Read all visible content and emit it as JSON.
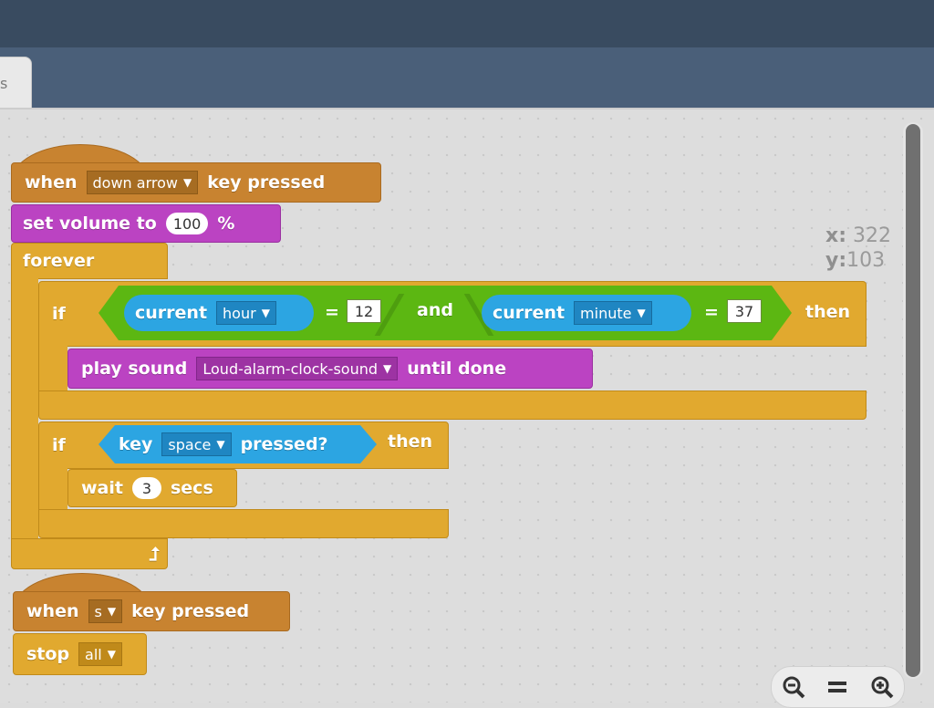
{
  "tab_stub_text": "s",
  "coords": {
    "x_label": "x:",
    "x": "322",
    "y_label": "y:",
    "y": "103"
  },
  "script1": {
    "when_label": "when",
    "key_dropdown": "down arrow",
    "key_pressed_label": "key pressed",
    "set_volume_label": "set volume to",
    "volume_value": "100",
    "percent_label": "%",
    "forever_label": "forever",
    "if1": {
      "if_label": "if",
      "current1_label": "current",
      "current1_dropdown": "hour",
      "eq1": "=",
      "value1": "12",
      "and_label": "and",
      "current2_label": "current",
      "current2_dropdown": "minute",
      "eq2": "=",
      "value2": "37",
      "then_label": "then",
      "play_label": "play sound",
      "sound_dropdown": "Loud-alarm-clock-sound",
      "until_done_label": "until done"
    },
    "if2": {
      "if_label": "if",
      "key_label": "key",
      "key_dropdown": "space",
      "pressed_label": "pressed?",
      "then_label": "then",
      "wait_label": "wait",
      "wait_value": "3",
      "secs_label": "secs"
    }
  },
  "script2": {
    "when_label": "when",
    "key_dropdown": "s",
    "key_pressed_label": "key pressed",
    "stop_label": "stop",
    "stop_dropdown": "all"
  },
  "colors": {
    "events": "#c88330",
    "sound": "#bb43c2",
    "control": "#e1a92f",
    "operators": "#5cb712",
    "sensing": "#2ca5e2",
    "topbar": "#394b60",
    "tabbar": "#4a5f79"
  },
  "zoom": {
    "zoom_out_icon": "zoom-out-icon",
    "reset_icon": "zoom-reset-icon",
    "zoom_in_icon": "zoom-in-icon"
  }
}
